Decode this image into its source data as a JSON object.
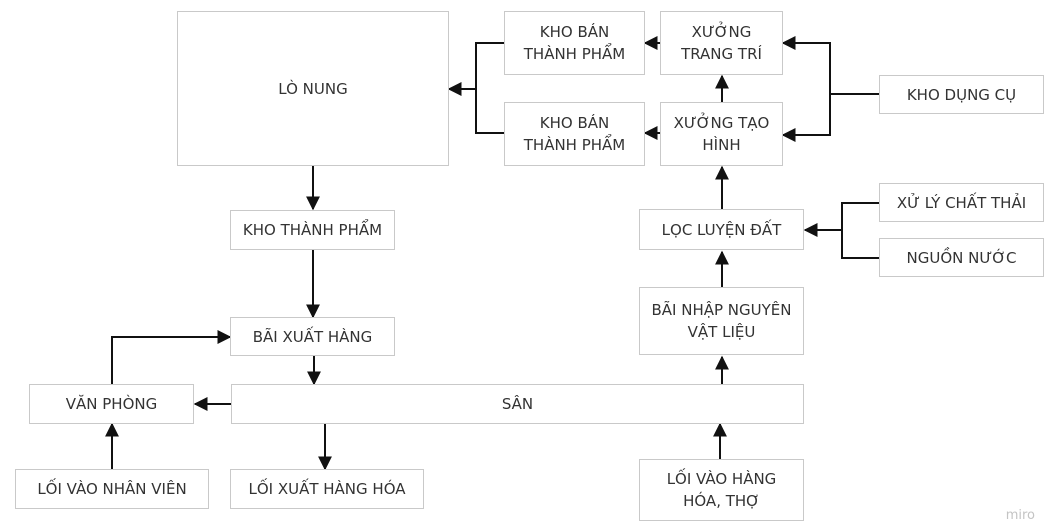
{
  "nodes": {
    "lo_nung": "LÒ NUNG",
    "kho_ban_tp_1": "KHO BÁN\nTHÀNH PHẨM",
    "xuong_trang_tri": "XƯỞNG\nTRANG TRÍ",
    "kho_ban_tp_2": "KHO BÁN\nTHÀNH PHẨM",
    "xuong_tao_hinh": "XƯỞNG TẠO\nHÌNH",
    "kho_dung_cu": "KHO DỤNG CỤ",
    "xu_ly_chat_thai": "XỬ LÝ CHẤT THẢI",
    "nguon_nuoc": "NGUỒN NƯỚC",
    "loc_luyen_dat": "LỌC LUYỆN ĐẤT",
    "kho_thanh_pham": "KHO THÀNH PHẨM",
    "bai_xuat_hang": "BÃI XUẤT HÀNG",
    "bai_nhap_nguyen_vat_lieu": "BÃI NHẬP NGUYÊN\nVẬT LIỆU",
    "van_phong": "VĂN PHÒNG",
    "san": "SÂN",
    "loi_vao_nhan_vien": "LỐI VÀO NHÂN VIÊN",
    "loi_xuat_hang_hoa": "LỐI XUẤT HÀNG HÓA",
    "loi_vao_hang_hoa_tho": "LỐI VÀO HÀNG\nHÓA, THỢ"
  },
  "edges": [
    {
      "from": "xuong_trang_tri",
      "to": "kho_ban_tp_1"
    },
    {
      "from": "xuong_tao_hinh",
      "to": "kho_ban_tp_2"
    },
    {
      "from": "xuong_tao_hinh",
      "to": "xuong_trang_tri"
    },
    {
      "from": "kho_ban_tp_1",
      "to": "lo_nung"
    },
    {
      "from": "kho_ban_tp_2",
      "to": "lo_nung"
    },
    {
      "from": "kho_dung_cu",
      "to": "xuong_trang_tri"
    },
    {
      "from": "kho_dung_cu",
      "to": "xuong_tao_hinh"
    },
    {
      "from": "xu_ly_chat_thai",
      "to": "loc_luyen_dat"
    },
    {
      "from": "nguon_nuoc",
      "to": "loc_luyen_dat"
    },
    {
      "from": "loc_luyen_dat",
      "to": "xuong_tao_hinh"
    },
    {
      "from": "bai_nhap_nguyen_vat_lieu",
      "to": "loc_luyen_dat"
    },
    {
      "from": "san",
      "to": "bai_nhap_nguyen_vat_lieu"
    },
    {
      "from": "loi_vao_hang_hoa_tho",
      "to": "san"
    },
    {
      "from": "lo_nung",
      "to": "kho_thanh_pham"
    },
    {
      "from": "kho_thanh_pham",
      "to": "bai_xuat_hang"
    },
    {
      "from": "bai_xuat_hang",
      "to": "san"
    },
    {
      "from": "san",
      "to": "loi_xuat_hang_hoa"
    },
    {
      "from": "san",
      "to": "van_phong"
    },
    {
      "from": "van_phong",
      "to": "bai_xuat_hang"
    },
    {
      "from": "loi_vao_nhan_vien",
      "to": "van_phong"
    }
  ],
  "watermark": "miro"
}
